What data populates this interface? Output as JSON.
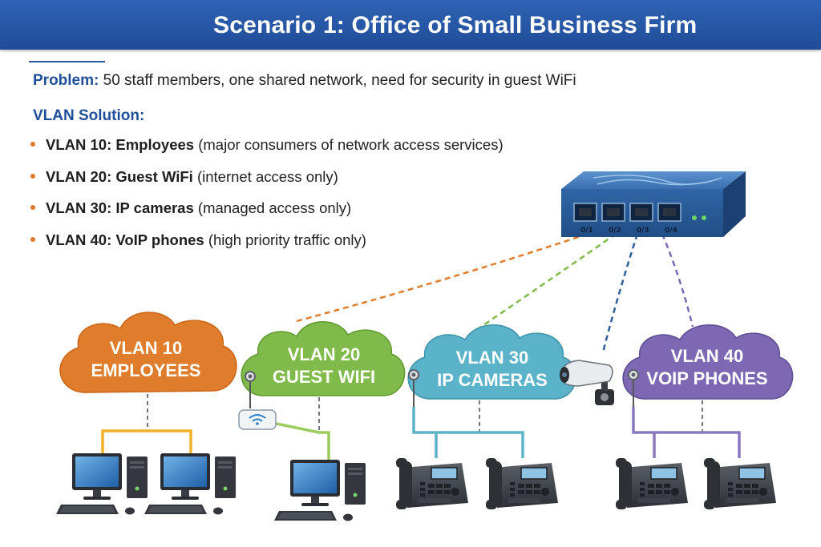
{
  "header": {
    "title": "Scenario 1: Office of Small Business Firm"
  },
  "problem": {
    "label": "Problem:",
    "text": " 50 staff members, one shared network, need for security in guest WiFi"
  },
  "solution": {
    "title": "VLAN Solution:",
    "items": [
      {
        "name": "VLAN 10: Employees",
        "desc": " (major consumers of network access services)"
      },
      {
        "name": "VLAN 20: Guest WiFi",
        "desc": " (internet access only)"
      },
      {
        "name": "VLAN 30: IP cameras",
        "desc": " (managed access only)"
      },
      {
        "name": "VLAN 40: VoIP phones",
        "desc": " (high priority traffic only)"
      }
    ]
  },
  "switch": {
    "ports": [
      "0/1",
      "0/2",
      "0/3",
      "0/4"
    ]
  },
  "clouds": [
    {
      "line1": "VLAN 10",
      "line2": "EMPLOYEES",
      "color": "#e07d2c"
    },
    {
      "line1": "VLAN 20",
      "line2": "GUEST WIFI",
      "color": "#7fba4a"
    },
    {
      "line1": "VLAN 30",
      "line2": "IP CAMERAS",
      "color": "#5bb3c9"
    },
    {
      "line1": "VLAN 40",
      "line2": "VOIP PHONES",
      "color": "#7d69b3"
    }
  ],
  "colors": {
    "banner": "#2a5cab",
    "heading": "#1f4f9a",
    "bullet": "#e0782a",
    "switch": "#2f66a6",
    "vlan10": "#e07d2c",
    "vlan20": "#7fba4a",
    "vlan30": "#2f5f9c",
    "vlan40": "#7d69b3"
  },
  "icons": [
    "network-switch-icon",
    "wifi-router-icon",
    "ip-camera-icon",
    "desktop-computer-icon",
    "voip-phone-icon"
  ]
}
